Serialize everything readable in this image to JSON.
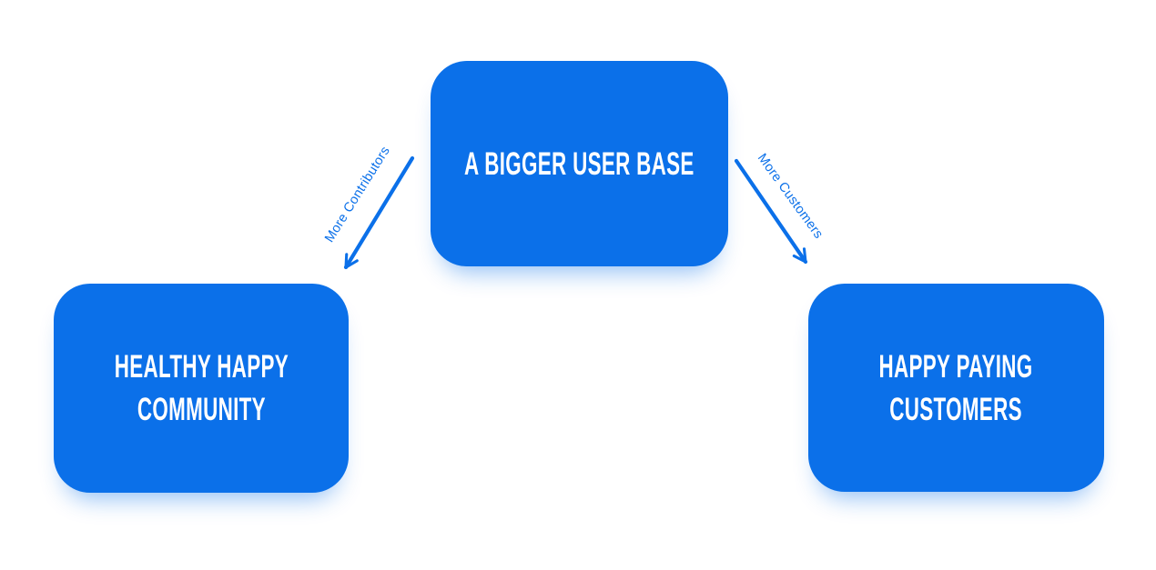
{
  "colors": {
    "accent": "#0B70E9",
    "node_text": "#FFFFFF",
    "background": "#FFFFFF"
  },
  "nodes": {
    "top": {
      "id": "bigger-user-base",
      "line1": "A BIGGER USER BASE"
    },
    "left": {
      "id": "healthy-happy-community",
      "line1": "HEALTHY HAPPY",
      "line2": "COMMUNITY"
    },
    "right": {
      "id": "happy-paying-customers",
      "line1": "HAPPY PAYING",
      "line2": "CUSTOMERS"
    }
  },
  "edges": {
    "left": {
      "from": "bigger-user-base",
      "to": "healthy-happy-community",
      "label": "More Contributors"
    },
    "right": {
      "from": "bigger-user-base",
      "to": "happy-paying-customers",
      "label": "More Customers"
    }
  }
}
